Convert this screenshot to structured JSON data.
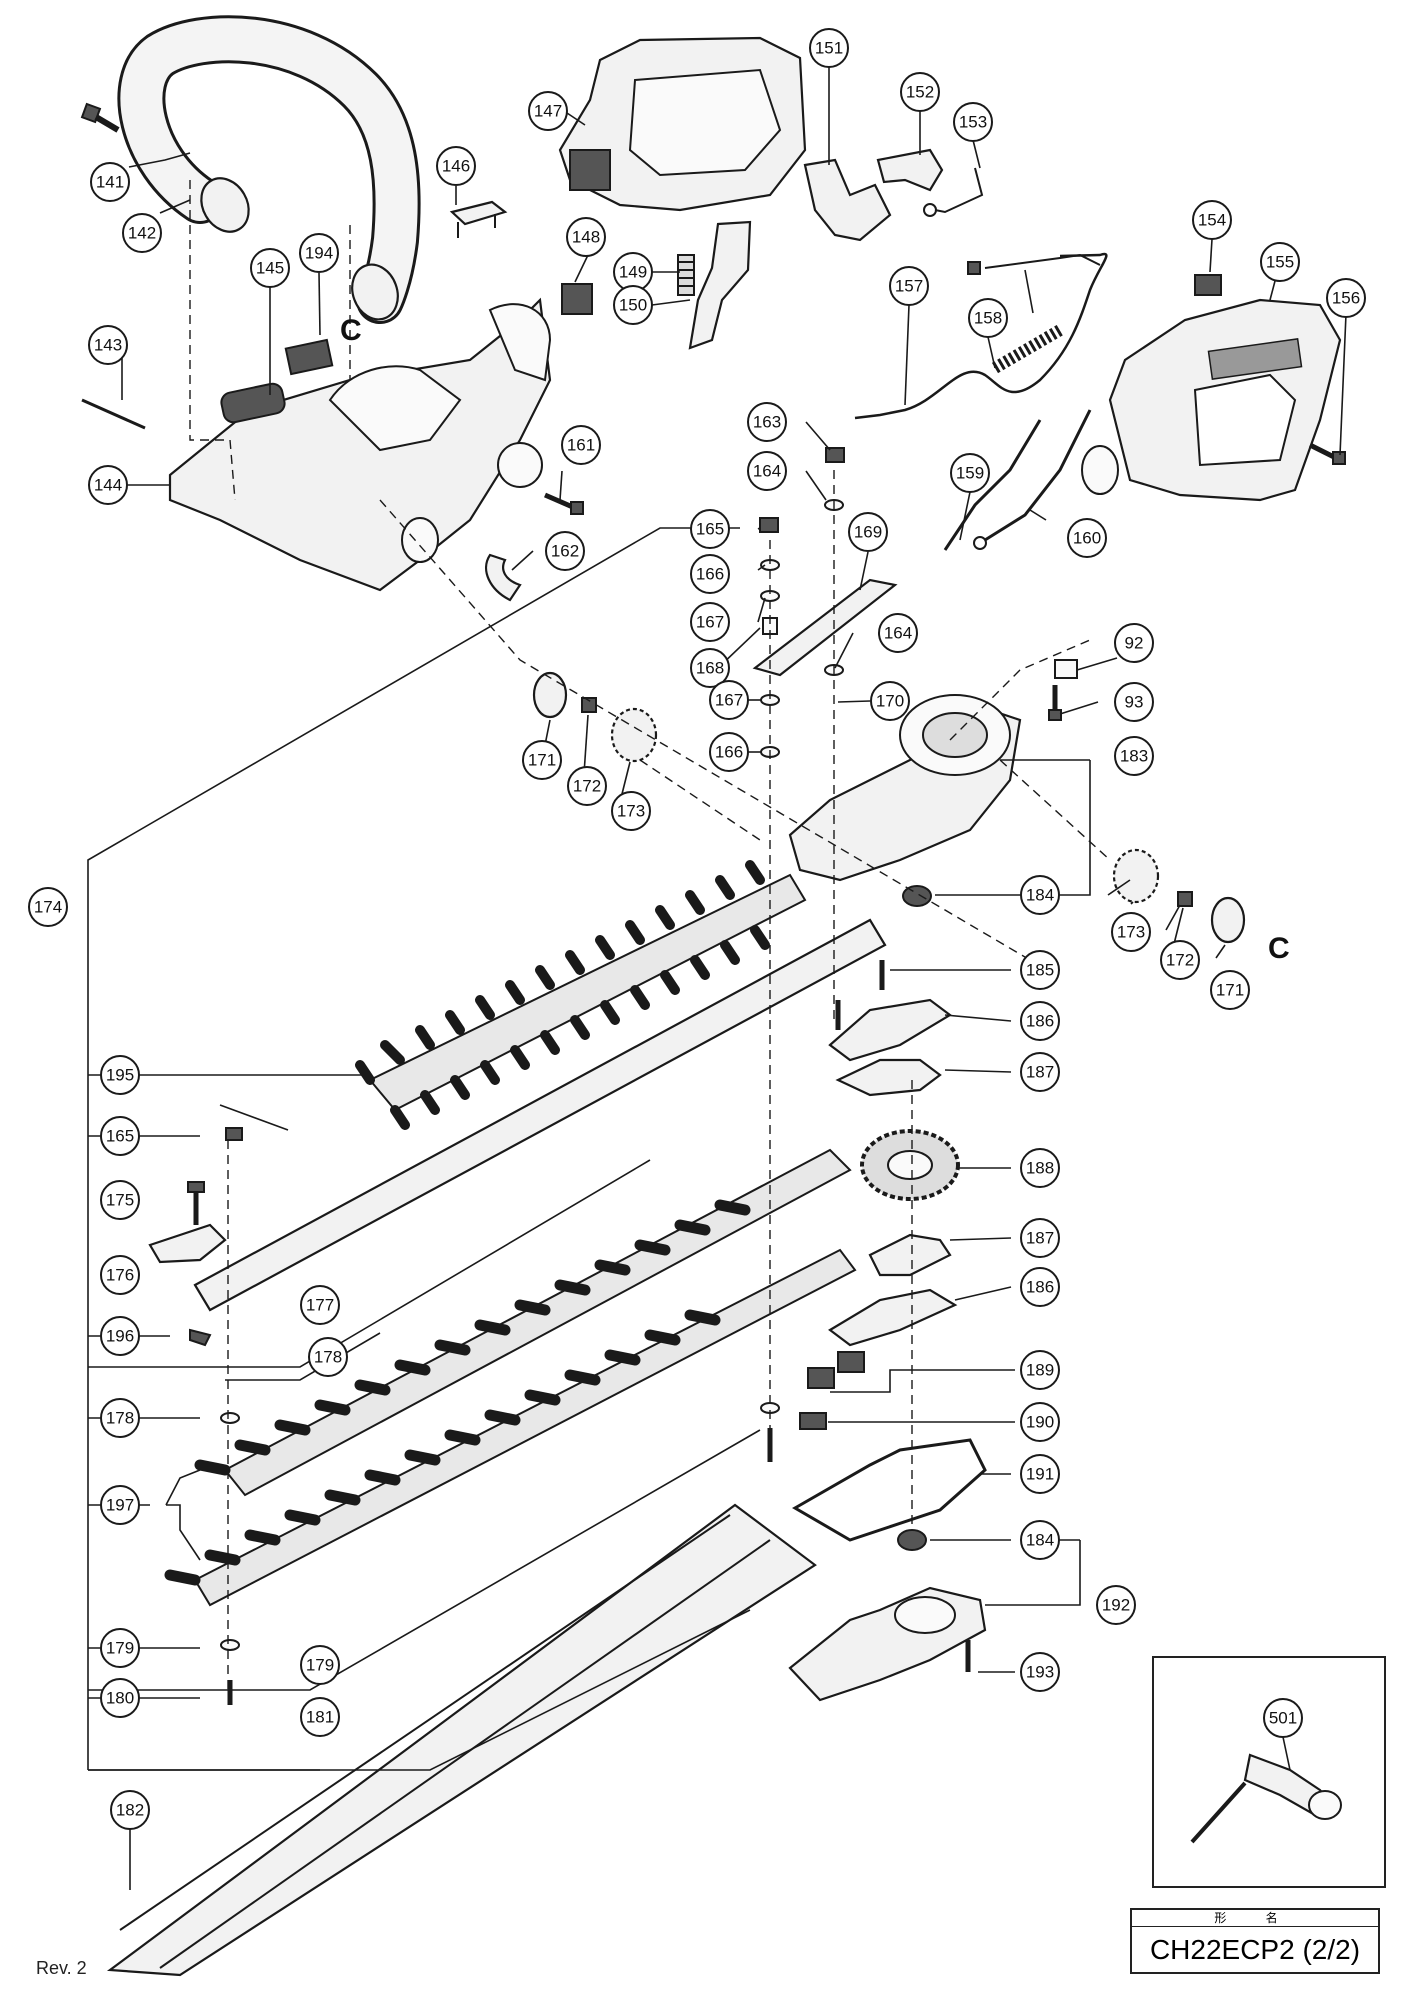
{
  "document": {
    "revision": "Rev. 2",
    "model_header": "形 名",
    "model": "CH22ECP2 (2/2)",
    "connector_label": "C"
  },
  "callouts": {
    "n92": "92",
    "n93": "93",
    "n141": "141",
    "n142": "142",
    "n143": "143",
    "n144": "144",
    "n145": "145",
    "n146": "146",
    "n147": "147",
    "n148": "148",
    "n149": "149",
    "n150": "150",
    "n151": "151",
    "n152": "152",
    "n153": "153",
    "n154": "154",
    "n155": "155",
    "n156": "156",
    "n157": "157",
    "n158": "158",
    "n159": "159",
    "n160": "160",
    "n161": "161",
    "n162": "162",
    "n163": "163",
    "n164": "164",
    "n165": "165",
    "n166": "166",
    "n167": "167",
    "n168": "168",
    "n169": "169",
    "n170": "170",
    "n171": "171",
    "n172": "172",
    "n173": "173",
    "n174": "174",
    "n175": "175",
    "n176": "176",
    "n177": "177",
    "n178": "178",
    "n179": "179",
    "n180": "180",
    "n181": "181",
    "n182": "182",
    "n183": "183",
    "n184": "184",
    "n185": "185",
    "n186": "186",
    "n187": "187",
    "n188": "188",
    "n189": "189",
    "n190": "190",
    "n191": "191",
    "n192": "192",
    "n193": "193",
    "n194": "194",
    "n195": "195",
    "n196": "196",
    "n197": "197",
    "n501": "501"
  }
}
